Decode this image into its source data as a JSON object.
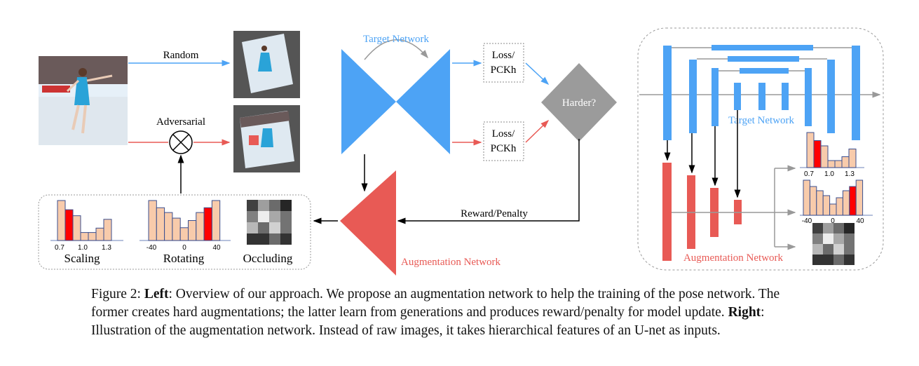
{
  "figure": {
    "labels": {
      "random": "Random",
      "adversarial": "Adversarial",
      "target_network": "Target Network",
      "loss": "Loss/",
      "pckh": "PCKh",
      "harder": "Harder?",
      "reward_penalty": "Reward/Penalty",
      "augmentation_network": "Augmentation Network",
      "scaling": "Scaling",
      "rotating": "Rotating",
      "occluding": "Occluding"
    },
    "scaling_ticks": [
      "0.7",
      "1.0",
      "1.3"
    ],
    "rotating_ticks": [
      "-40",
      "0",
      "40"
    ],
    "scaling_hist": {
      "values": [
        1.0,
        0.77,
        0.62,
        0.2,
        0.2,
        0.31,
        0.53
      ],
      "highlight": 1
    },
    "rotating_hist": {
      "values": [
        1.0,
        0.82,
        0.7,
        0.56,
        0.32,
        0.5,
        0.7,
        0.82,
        1.0
      ],
      "highlight": 7
    },
    "occlusion_grid": [
      [
        0.25,
        0.62,
        0.42,
        0.15
      ],
      [
        0.5,
        0.93,
        0.66,
        0.45
      ],
      [
        0.72,
        0.42,
        0.82,
        0.45
      ],
      [
        0.2,
        0.2,
        0.42,
        0.2
      ]
    ],
    "colors": {
      "target": "#4da3f5",
      "augment": "#e85a55",
      "bar": "#f8cbab",
      "bar_edge": "#3b4f8f",
      "highlight": "#ff0000",
      "diamond": "#9b9b9b"
    }
  },
  "caption": {
    "line1_a": "Figure 2: ",
    "line1_bold": "Left",
    "line1_b": ": Overview of our approach. We propose an augmentation network to help the training of the pose network. The",
    "line2_a": "former creates hard augmentations; the latter learn from generations and produces reward/penalty for model update. ",
    "line2_bold": "Right",
    "line2_b": ":",
    "line3": "Illustration of the augmentation network. Instead of raw images, it takes hierarchical features of an U-net as inputs."
  }
}
